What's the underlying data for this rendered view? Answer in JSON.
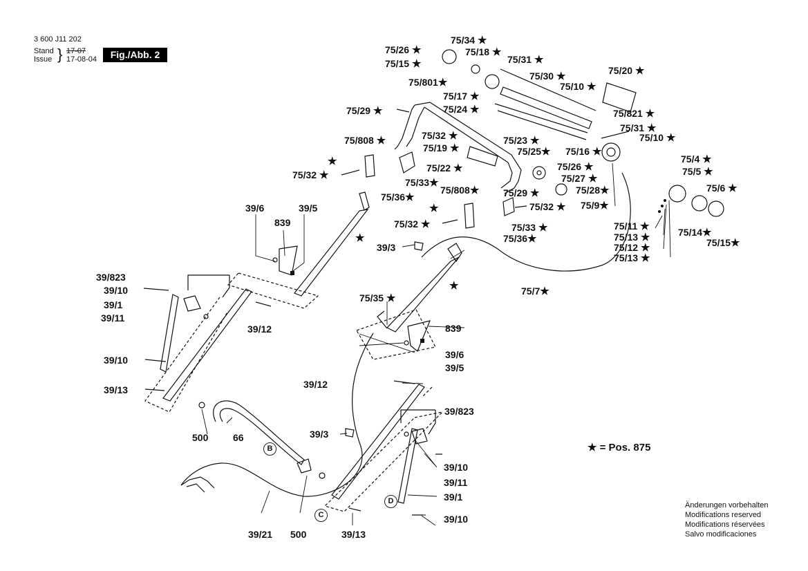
{
  "header": {
    "doc_number": "3 600 J11 202",
    "stand_label": "Stand",
    "issue_label": "Issue",
    "old_date": "17-07",
    "new_date": "17-08-04",
    "figure": "Fig./Abb. 2"
  },
  "labels": {
    "p75_34": "75/34",
    "p75_26a": "75/26",
    "p75_18": "75/18",
    "p75_31a": "75/31",
    "p75_15a": "75/15",
    "p75_20": "75/20",
    "p75_30": "75/30",
    "p75_10a": "75/10",
    "p75_801": "75/801",
    "p75_17": "75/17",
    "p75_24": "75/24",
    "p75_821": "75/821",
    "p75_29a": "75/29",
    "p75_31b": "75/31",
    "p75_10b": "75/10",
    "p75_808a": "75/808",
    "p75_32a": "75/32",
    "p75_19": "75/19",
    "p75_23": "75/23",
    "p75_25": "75/25",
    "p75_16": "75/16",
    "p75_4": "75/4",
    "p75_22": "75/22",
    "p75_26b": "75/26",
    "p75_5": "75/5",
    "p75_32b": "75/32",
    "p75_33a": "75/33",
    "p75_27": "75/27",
    "p75_36a": "75/36",
    "p75_808b": "75/808",
    "p75_29b": "75/29",
    "p75_28": "75/28",
    "p75_6": "75/6",
    "p75_9": "75/9",
    "p75_32c": "75/32",
    "p75_32d": "75/32",
    "p75_11": "75/11",
    "p75_14": "75/14",
    "p75_33b": "75/33",
    "p75_13a": "75/13",
    "p75_15b": "75/15",
    "p75_36b": "75/36",
    "p75_12": "75/12",
    "p75_13b": "75/13",
    "p75_7": "75/7",
    "p75_35": "75/35",
    "p39_6a": "39/6",
    "p839a": "839",
    "p39_5a": "39/5",
    "p39_3a": "39/3",
    "p39_823a": "39/823",
    "p39_10a": "39/10",
    "p39_1a": "39/1",
    "p39_11a": "39/11",
    "p39_12a": "39/12",
    "p39_10b": "39/10",
    "p39_13a": "39/13",
    "p839b": "839",
    "p39_6b": "39/6",
    "p39_5b": "39/5",
    "p39_12b": "39/12",
    "p39_823b": "39/823",
    "p39_3b": "39/3",
    "p500a": "500",
    "p66": "66",
    "p39_10c": "39/10",
    "p39_11b": "39/11",
    "p39_1b": "39/1",
    "p39_10d": "39/10",
    "p39_21": "39/21",
    "p500b": "500",
    "p39_13b": "39/13"
  },
  "markers": {
    "b": "B",
    "c": "C",
    "d": "D"
  },
  "star": "★",
  "legend": {
    "text": "= Pos.",
    "number": "875"
  },
  "footer": [
    "Änderungen vorbehalten",
    "Modifications reserved",
    "Modifications réservées",
    "Salvo modificaciones"
  ]
}
